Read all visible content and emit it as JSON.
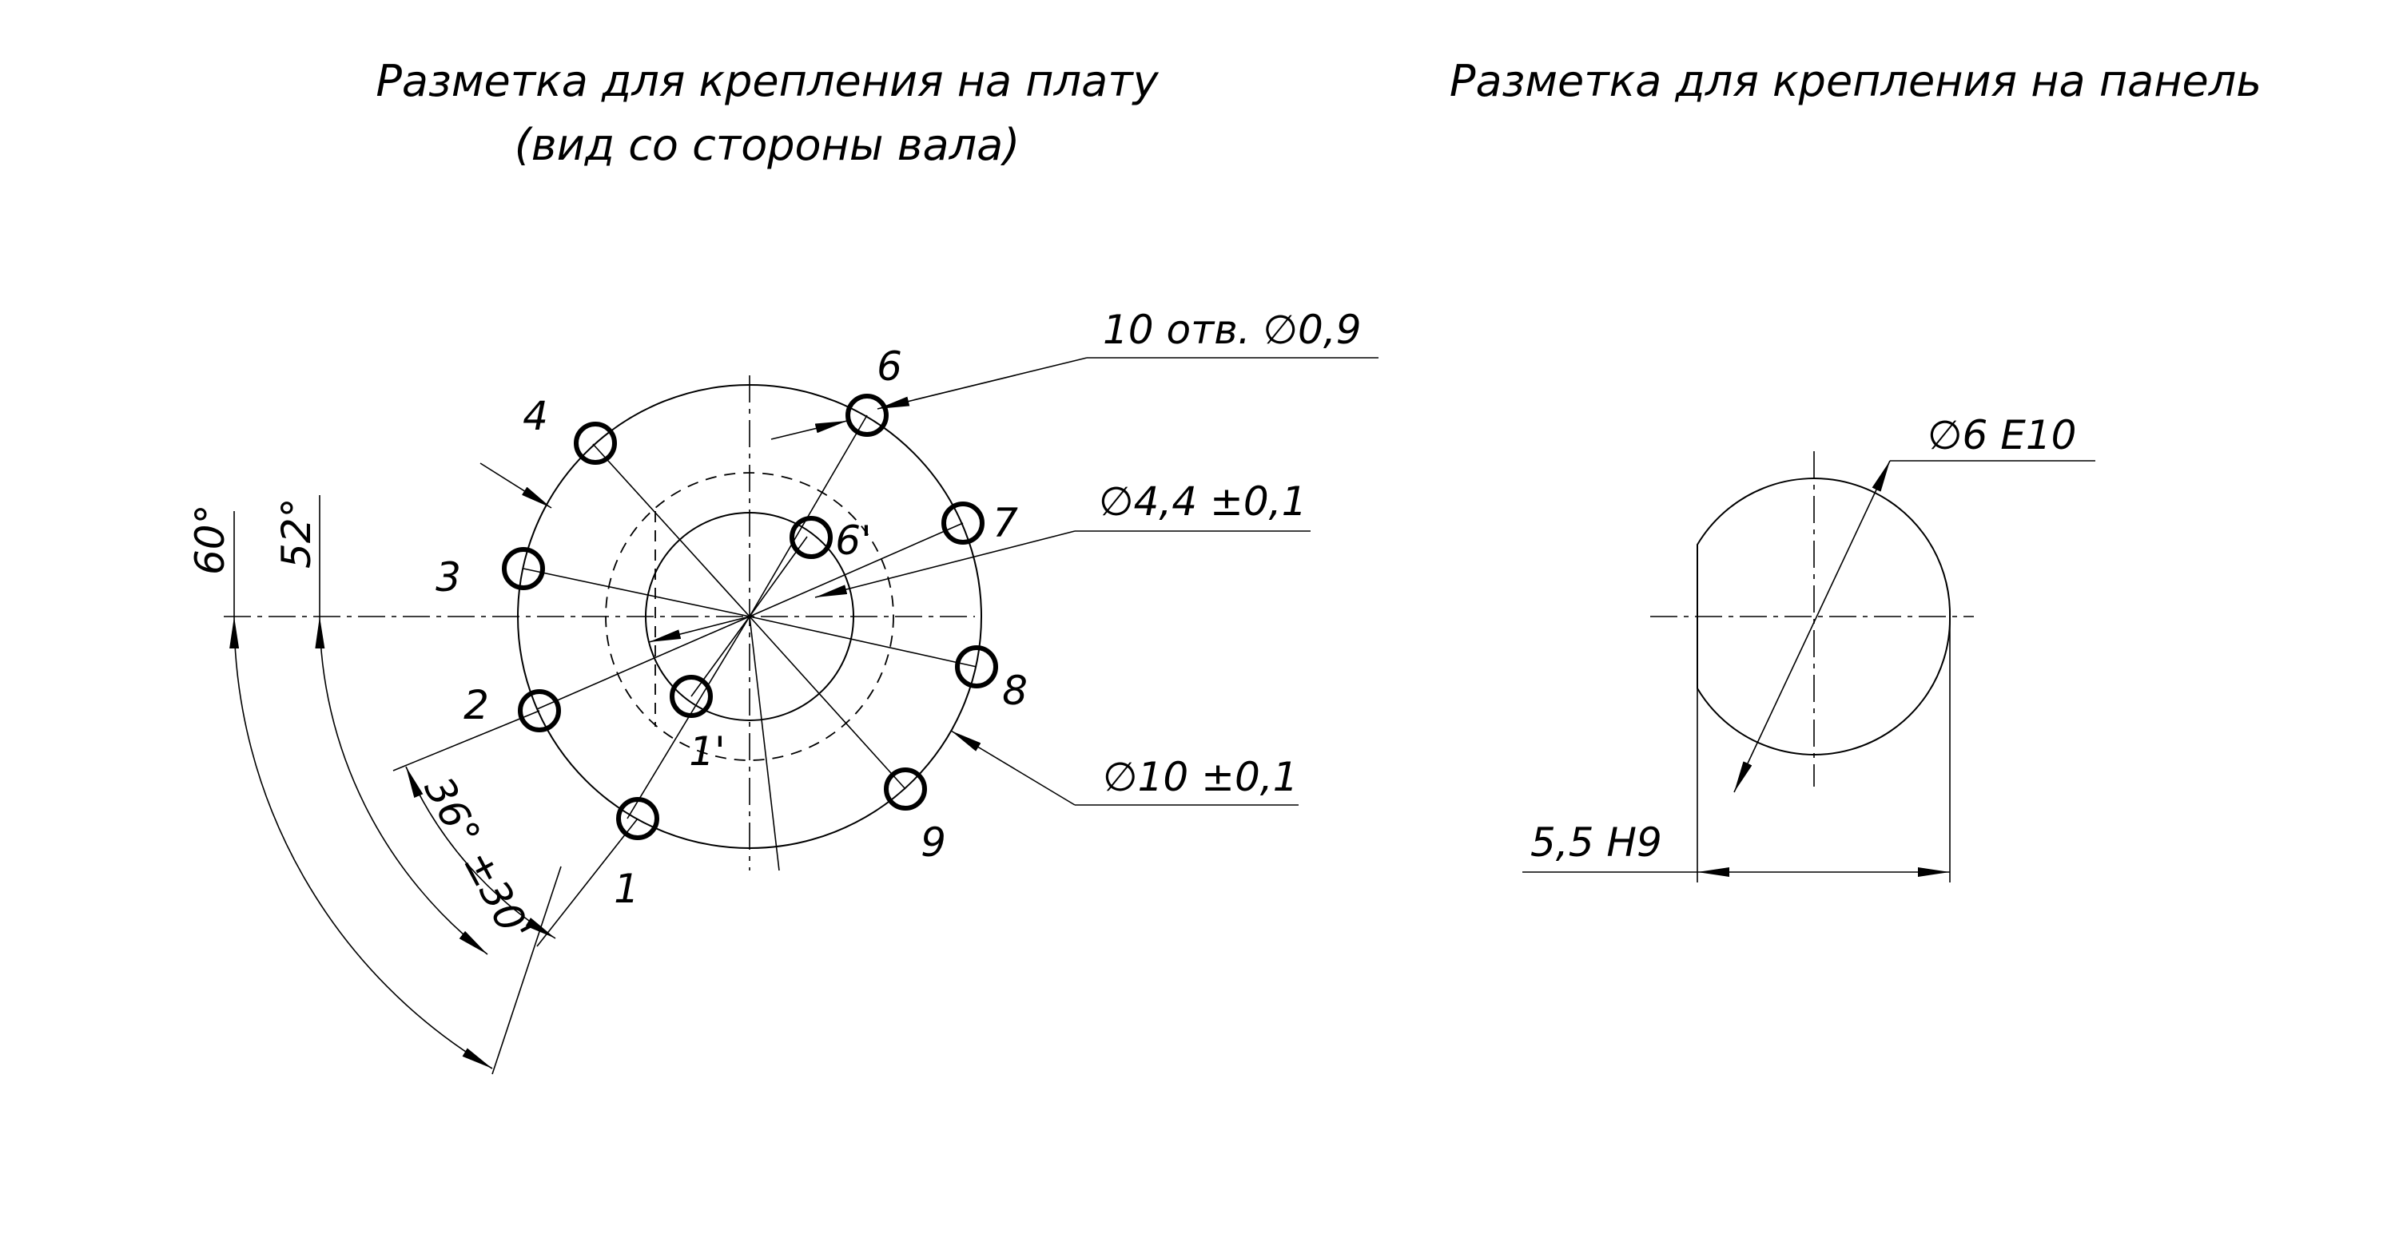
{
  "left_view": {
    "title_line1": "Разметка для крепления на плату",
    "title_line2": "(вид со стороны вала)",
    "holes_callout": "10 отв. ∅0,9",
    "inner_dia": "∅4,4 ±0,1",
    "outer_dia": "∅10 ±0,1",
    "angle_60": "60°",
    "angle_52": "52°",
    "angle_36": "36° ±30'",
    "hole_numbers": [
      "1",
      "2",
      "3",
      "4",
      "6",
      "7",
      "8",
      "9",
      "1'",
      "6'"
    ]
  },
  "right_view": {
    "title": "Разметка для крепления на панель",
    "hole_dia": "∅6 E10",
    "flat_width": "5,5 H9"
  }
}
